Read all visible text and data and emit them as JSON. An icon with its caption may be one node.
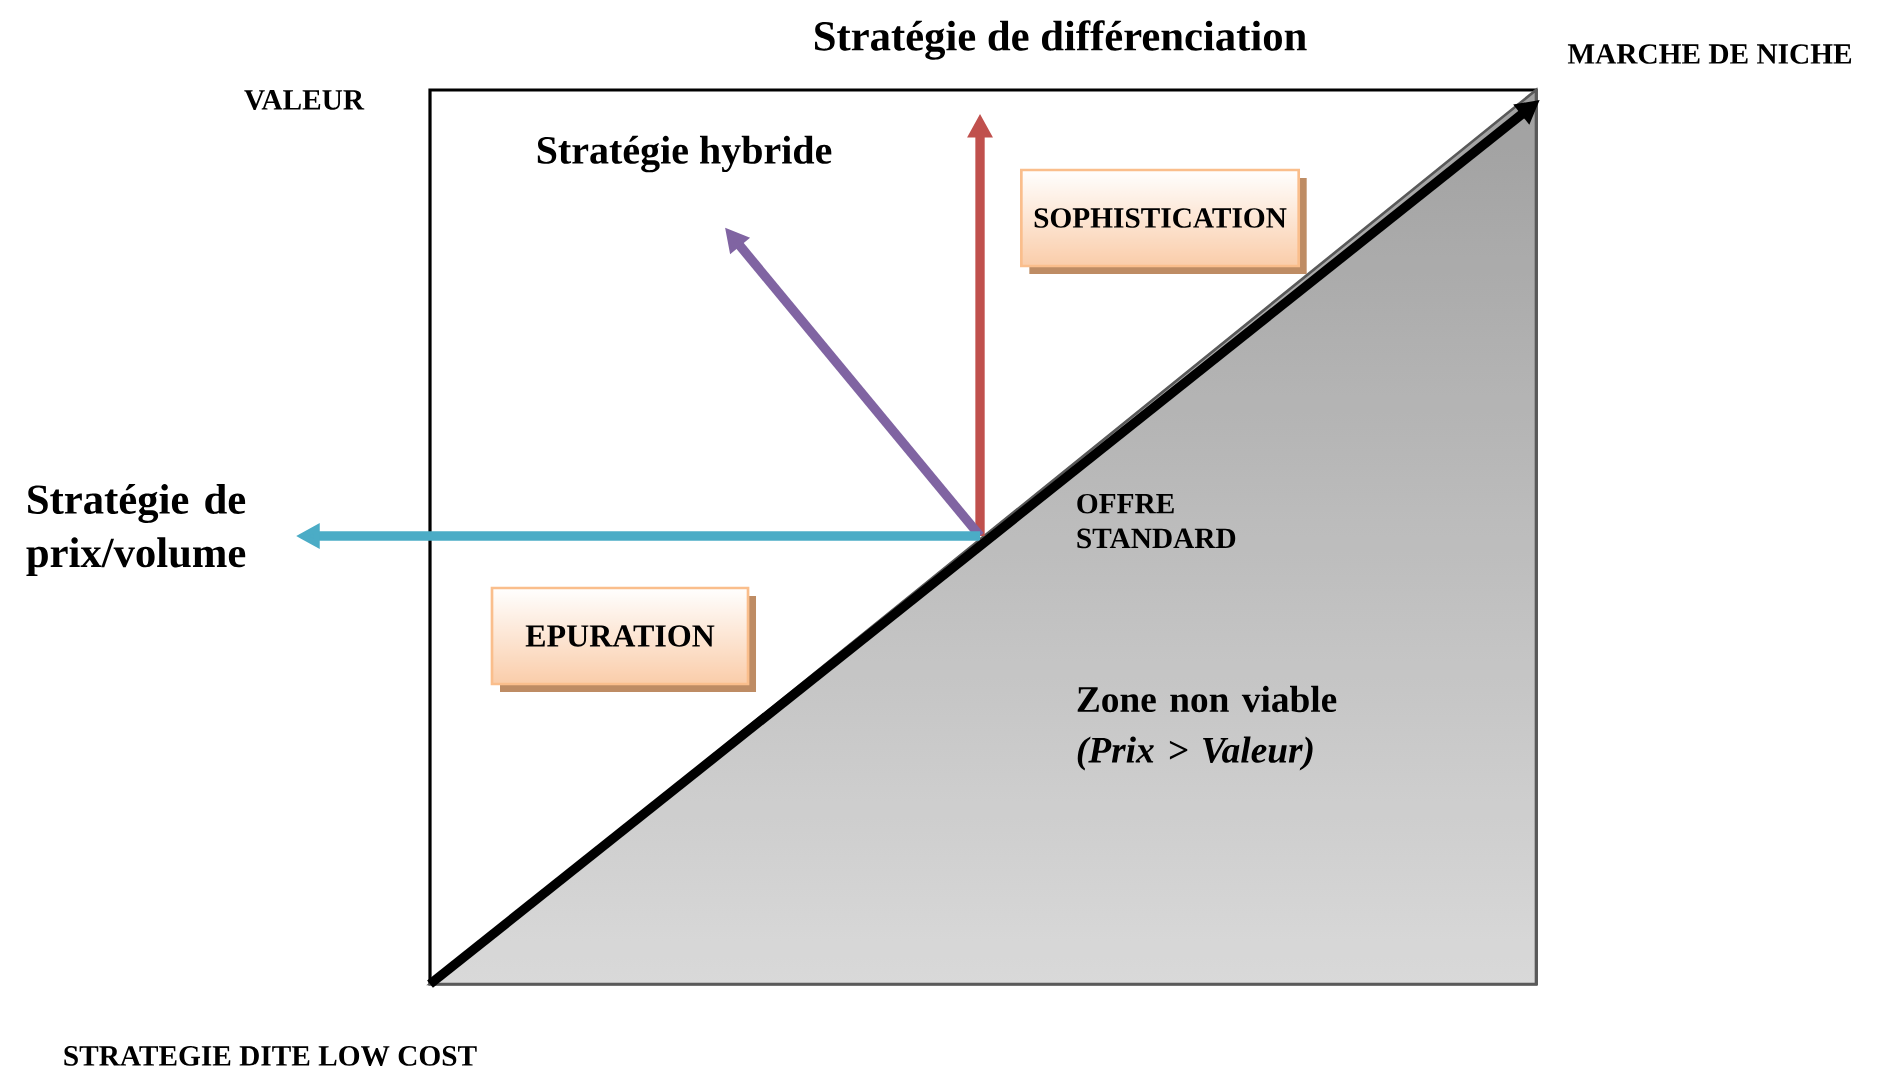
{
  "diagram": {
    "nodes": [
      {
        "text": [
          "Stratégie de différenciation"
        ]
      },
      {
        "text": [
          "Stratégie hybride"
        ]
      },
      {
        "text": [
          "Stratégie de prix/volume"
        ]
      },
      {
        "text": [
          "OFFRE STANDARD"
        ]
      },
      {
        "text": [
          "SOPHISTICATION"
        ]
      },
      {
        "text": [
          "EPURATION"
        ]
      },
      {
        "text": [
          "Zone non viable",
          "(Prix > Valeur)"
        ]
      },
      {
        "text": [
          "MARCHE DE NICHE"
        ]
      },
      {
        "text": [
          "STRATEGIE DITE LOW COST"
        ]
      }
    ],
    "edges": [
      {
        "from": 3,
        "to": 0,
        "arrow": "to",
        "color": "#c0504d"
      },
      {
        "from": 3,
        "to": 1,
        "arrow": "to",
        "color": "#8064a2"
      },
      {
        "from": 3,
        "to": 2,
        "arrow": "to",
        "color": "#4bacc6"
      },
      {
        "from": 8,
        "to": 7,
        "arrow": "to",
        "color": "#000000"
      }
    ],
    "labels": [
      "VALEUR"
    ]
  }
}
